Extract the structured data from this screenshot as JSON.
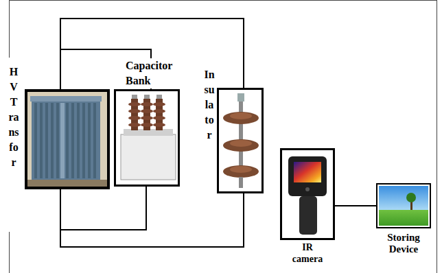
{
  "diagram": {
    "nodes": [
      {
        "text": [
          "HV Transfor"
        ]
      },
      {
        "text": [
          "Capacitor Bank"
        ]
      },
      {
        "text": [
          "Insulator"
        ]
      },
      {
        "text": [
          "IR camera"
        ]
      },
      {
        "text": [
          "Storing Device"
        ]
      }
    ],
    "edges": [
      {
        "from": 0,
        "to": 1,
        "arrow": "none"
      },
      {
        "from": 0,
        "to": 2,
        "arrow": "none"
      },
      {
        "from": 0,
        "to": 1,
        "arrow": "none"
      },
      {
        "from": 0,
        "to": 2,
        "arrow": "none"
      },
      {
        "from": 3,
        "to": 4,
        "arrow": "none"
      }
    ]
  }
}
